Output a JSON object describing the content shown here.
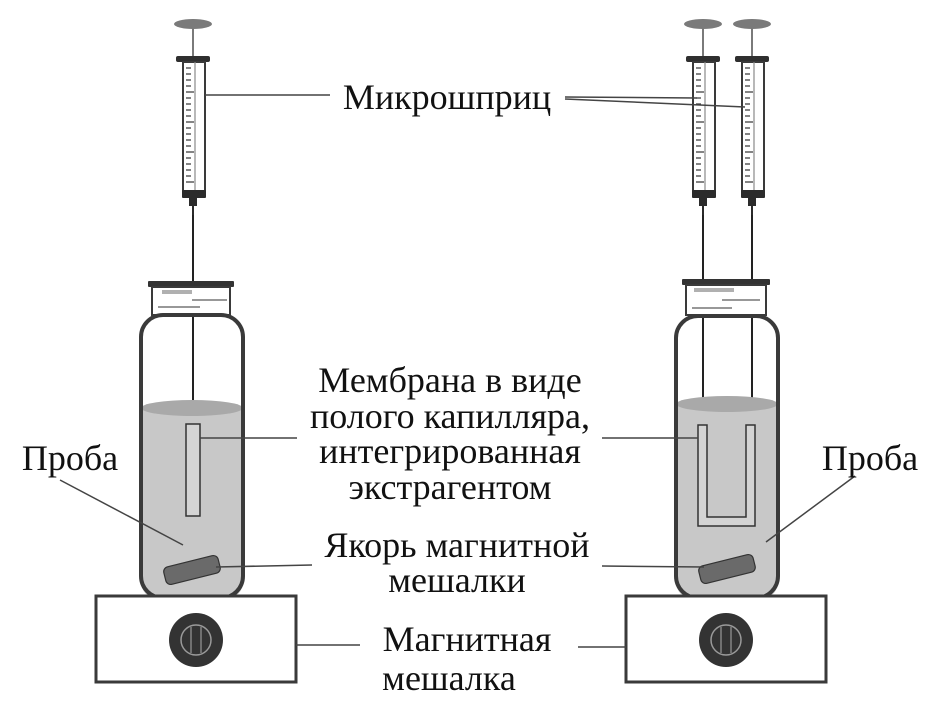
{
  "labels": {
    "microsyringe": "Микрошприц",
    "membrana_1": "Мембрана в виде",
    "membrana_2": "полого капилляра,",
    "membrana_3": "интегрированная",
    "membrana_4": "экстрагентом",
    "sample_left": "Проба",
    "sample_right": "Проба",
    "stir_bar_1": "Якорь магнитной",
    "stir_bar_2": "мешалки",
    "stirrer_1": "Магнитная",
    "stirrer_2": "мешалка"
  },
  "colors": {
    "outline": "#3a3a3a",
    "liquid": "#c8c8c8",
    "liquid_top": "#a9a9a9",
    "plunger": "#7a7a7a",
    "dark": "#2b2b2b",
    "leader": "#444444"
  }
}
